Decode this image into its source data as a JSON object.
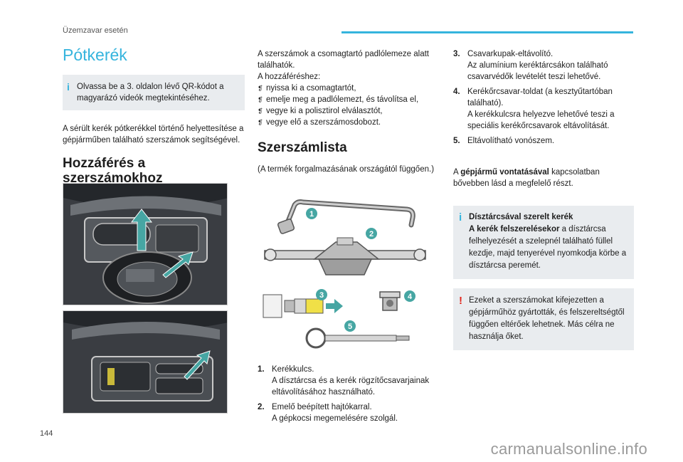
{
  "header": {
    "section": "Üzemzavar esetén"
  },
  "page_number": "144",
  "watermark": "carmanualsonline.info",
  "title": "Pótkerék",
  "info_qr": "Olvassa be a 3. oldalon lévő QR-kódot a magyarázó videók megtekintéséhez.",
  "intro": "A sérült kerék pótkerékkel történő helyettesítése a gépjárműben található szerszámok segítségével.",
  "access": {
    "heading": "Hozzáférés a szerszámokhoz",
    "location": "A szerszámok a csomagtartó padlólemeze alatt találhatók.",
    "lead": "A hozzáféréshez:",
    "steps": [
      "nyissa ki a csomagtartót,",
      "emelje meg a padlólemezt, és távolítsa el,",
      "vegye ki a polisztirol elválasztót,",
      "vegye elő a szerszámosdobozt."
    ]
  },
  "toollist": {
    "heading": "Szerszámlista",
    "note": "(A termék forgalmazásának országától függően.)",
    "callouts": [
      "1",
      "2",
      "3",
      "4",
      "5"
    ],
    "items": [
      {
        "num": "1.",
        "name": "Kerékkulcs.",
        "desc": "A dísztárcsa és a kerék rögzítőcsavarjainak eltávolításához használható."
      },
      {
        "num": "2.",
        "name": "Emelő beépített hajtókarral.",
        "desc": "A gépkocsi megemelésére szolgál."
      },
      {
        "num": "3.",
        "name": "Csavarkupak-eltávolító.",
        "desc": "Az alumínium keréktárcsákon található csavarvédők levételét teszi lehetővé."
      },
      {
        "num": "4.",
        "name": "Kerékőrcsavar-toldat (a kesztyűtartóban található).",
        "desc": "A kerékkulcsra helyezve lehetővé teszi a speciális kerékőrcsavarok eltávolítását."
      },
      {
        "num": "5.",
        "name": "Eltávolítható vonószem.",
        "desc": ""
      }
    ]
  },
  "gear": {
    "pre": "A ",
    "bold": "gépjármű vontatásával",
    "post": " kapcsolatban bővebben lásd a megfelelő részt."
  },
  "hubcap": {
    "title": "Dísztárcsával szerelt kerék",
    "bold": "A kerék felszerelésekor",
    "text": " a dísztárcsa felhelyezését a szelepnél található füllel kezdje, majd tenyerével nyomkodja körbe a dísztárcsa peremét."
  },
  "warning": "Ezeket a szerszámokat kifejezetten a gépjárműhöz gyártották, és felszereltségtől függően eltérőek lehetnek. Más célra ne használja őket.",
  "icons": {
    "info": "info-icon",
    "warning": "warning-icon"
  },
  "colors": {
    "accent": "#35b4dd",
    "warning": "#e2231a",
    "box_bg": "#e9ecef"
  }
}
